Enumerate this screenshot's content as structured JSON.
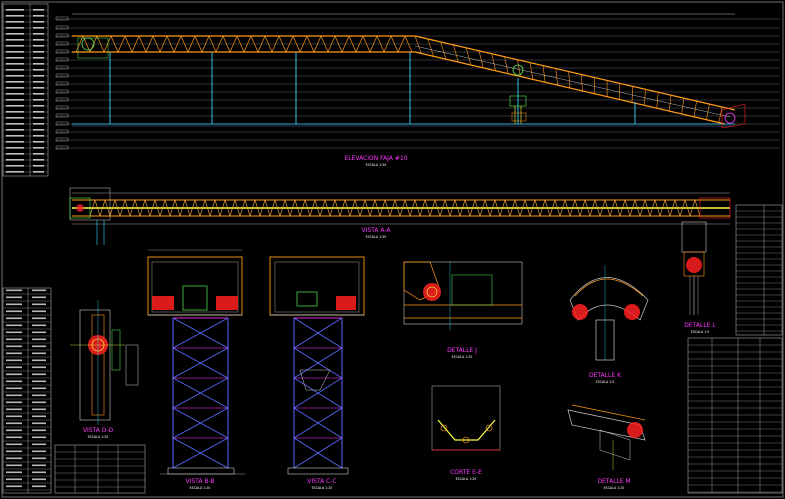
{
  "titles": {
    "elevation_title": "ELEVACION FAJA #10",
    "elevation_scale": "ESCALA 1:50",
    "vista_aa": "VISTA A-A",
    "vista_aa_scale": "ESCALA 1:50",
    "vista_bb": "VISTA B-B",
    "vista_bb_scale": "ESCALA 1:20",
    "vista_cc": "VISTA C-C",
    "vista_cc_scale": "ESCALA 1:20",
    "vista_dd": "VISTA D-D",
    "vista_dd_scale": "ESCALA 1:20",
    "detalle_j": "DETALLE J",
    "detalle_j_scale": "ESCALA 1:20",
    "detalle_k": "DETALLE K",
    "detalle_k_scale": "ESCALA 1:5",
    "detalle_l": "DETALLE L",
    "detalle_l_scale": "ESCALA 1:5",
    "detalle_m": "DETALLE M",
    "detalle_m_scale": "ESCALA 1:20",
    "corte_ee": "CORTE E-E",
    "corte_ee_scale": "ESCALA 1:20"
  },
  "colors": {
    "background": "#000000",
    "truss": "#ff9a1a",
    "structure": "#38d8ff",
    "title_text": "#ff38ff",
    "guide_lines": "#c8c8c8",
    "frame": "#c8c8c8",
    "motor": "#ff2020",
    "leader": "#ffff40",
    "support": "#5a6cff"
  }
}
